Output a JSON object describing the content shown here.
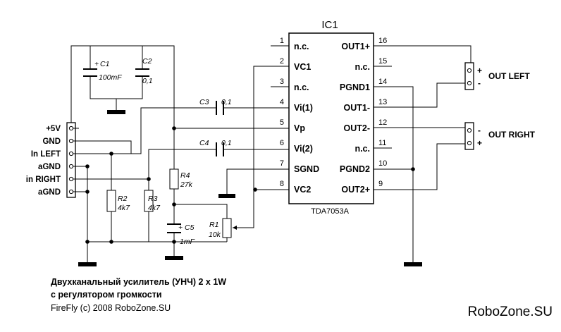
{
  "ic": {
    "name": "IC1",
    "part": "TDA7053A",
    "left_pins": [
      {
        "num": "1",
        "label": "n.c."
      },
      {
        "num": "2",
        "label": "VC1"
      },
      {
        "num": "3",
        "label": "n.c."
      },
      {
        "num": "4",
        "label": "Vi(1)"
      },
      {
        "num": "5",
        "label": "Vp"
      },
      {
        "num": "6",
        "label": "Vi(2)"
      },
      {
        "num": "7",
        "label": "SGND"
      },
      {
        "num": "8",
        "label": "VC2"
      }
    ],
    "right_pins": [
      {
        "num": "16",
        "label": "OUT1+"
      },
      {
        "num": "15",
        "label": "n.c."
      },
      {
        "num": "14",
        "label": "PGND1"
      },
      {
        "num": "13",
        "label": "OUT1-"
      },
      {
        "num": "12",
        "label": "OUT2-"
      },
      {
        "num": "11",
        "label": "n.c."
      },
      {
        "num": "10",
        "label": "PGND2"
      },
      {
        "num": "9",
        "label": "OUT2+"
      }
    ]
  },
  "components": {
    "c1": {
      "name": "C1",
      "value": "100mF",
      "plus": "+"
    },
    "c2": {
      "name": "C2",
      "value": "0,1"
    },
    "c3": {
      "name": "C3",
      "value": "0,1"
    },
    "c4": {
      "name": "C4",
      "value": "0,1"
    },
    "c5": {
      "name": "C5",
      "value": "1mF",
      "plus": "+"
    },
    "r1": {
      "name": "R1",
      "value": "10k"
    },
    "r2": {
      "name": "R2",
      "value": "4k7"
    },
    "r3": {
      "name": "R3",
      "value": "4k7"
    },
    "r4": {
      "name": "R4",
      "value": "27k"
    }
  },
  "input_connector": {
    "pins": [
      "+5V",
      "GND",
      "In LEFT",
      "aGND",
      "in RIGHT",
      "aGND"
    ]
  },
  "outputs": {
    "left": {
      "label": "OUT LEFT",
      "top_sign": "+",
      "bottom_sign": "-"
    },
    "right": {
      "label": "OUT RIGHT",
      "top_sign": "-",
      "bottom_sign": "+"
    }
  },
  "caption": {
    "title_line1": "Двухканальный усилитель (УНЧ)  2 x 1W",
    "title_line2": "с регулятором громкости",
    "credit": "FireFly (c) 2008 RoboZone.SU"
  },
  "brand": "RoboZone.SU"
}
